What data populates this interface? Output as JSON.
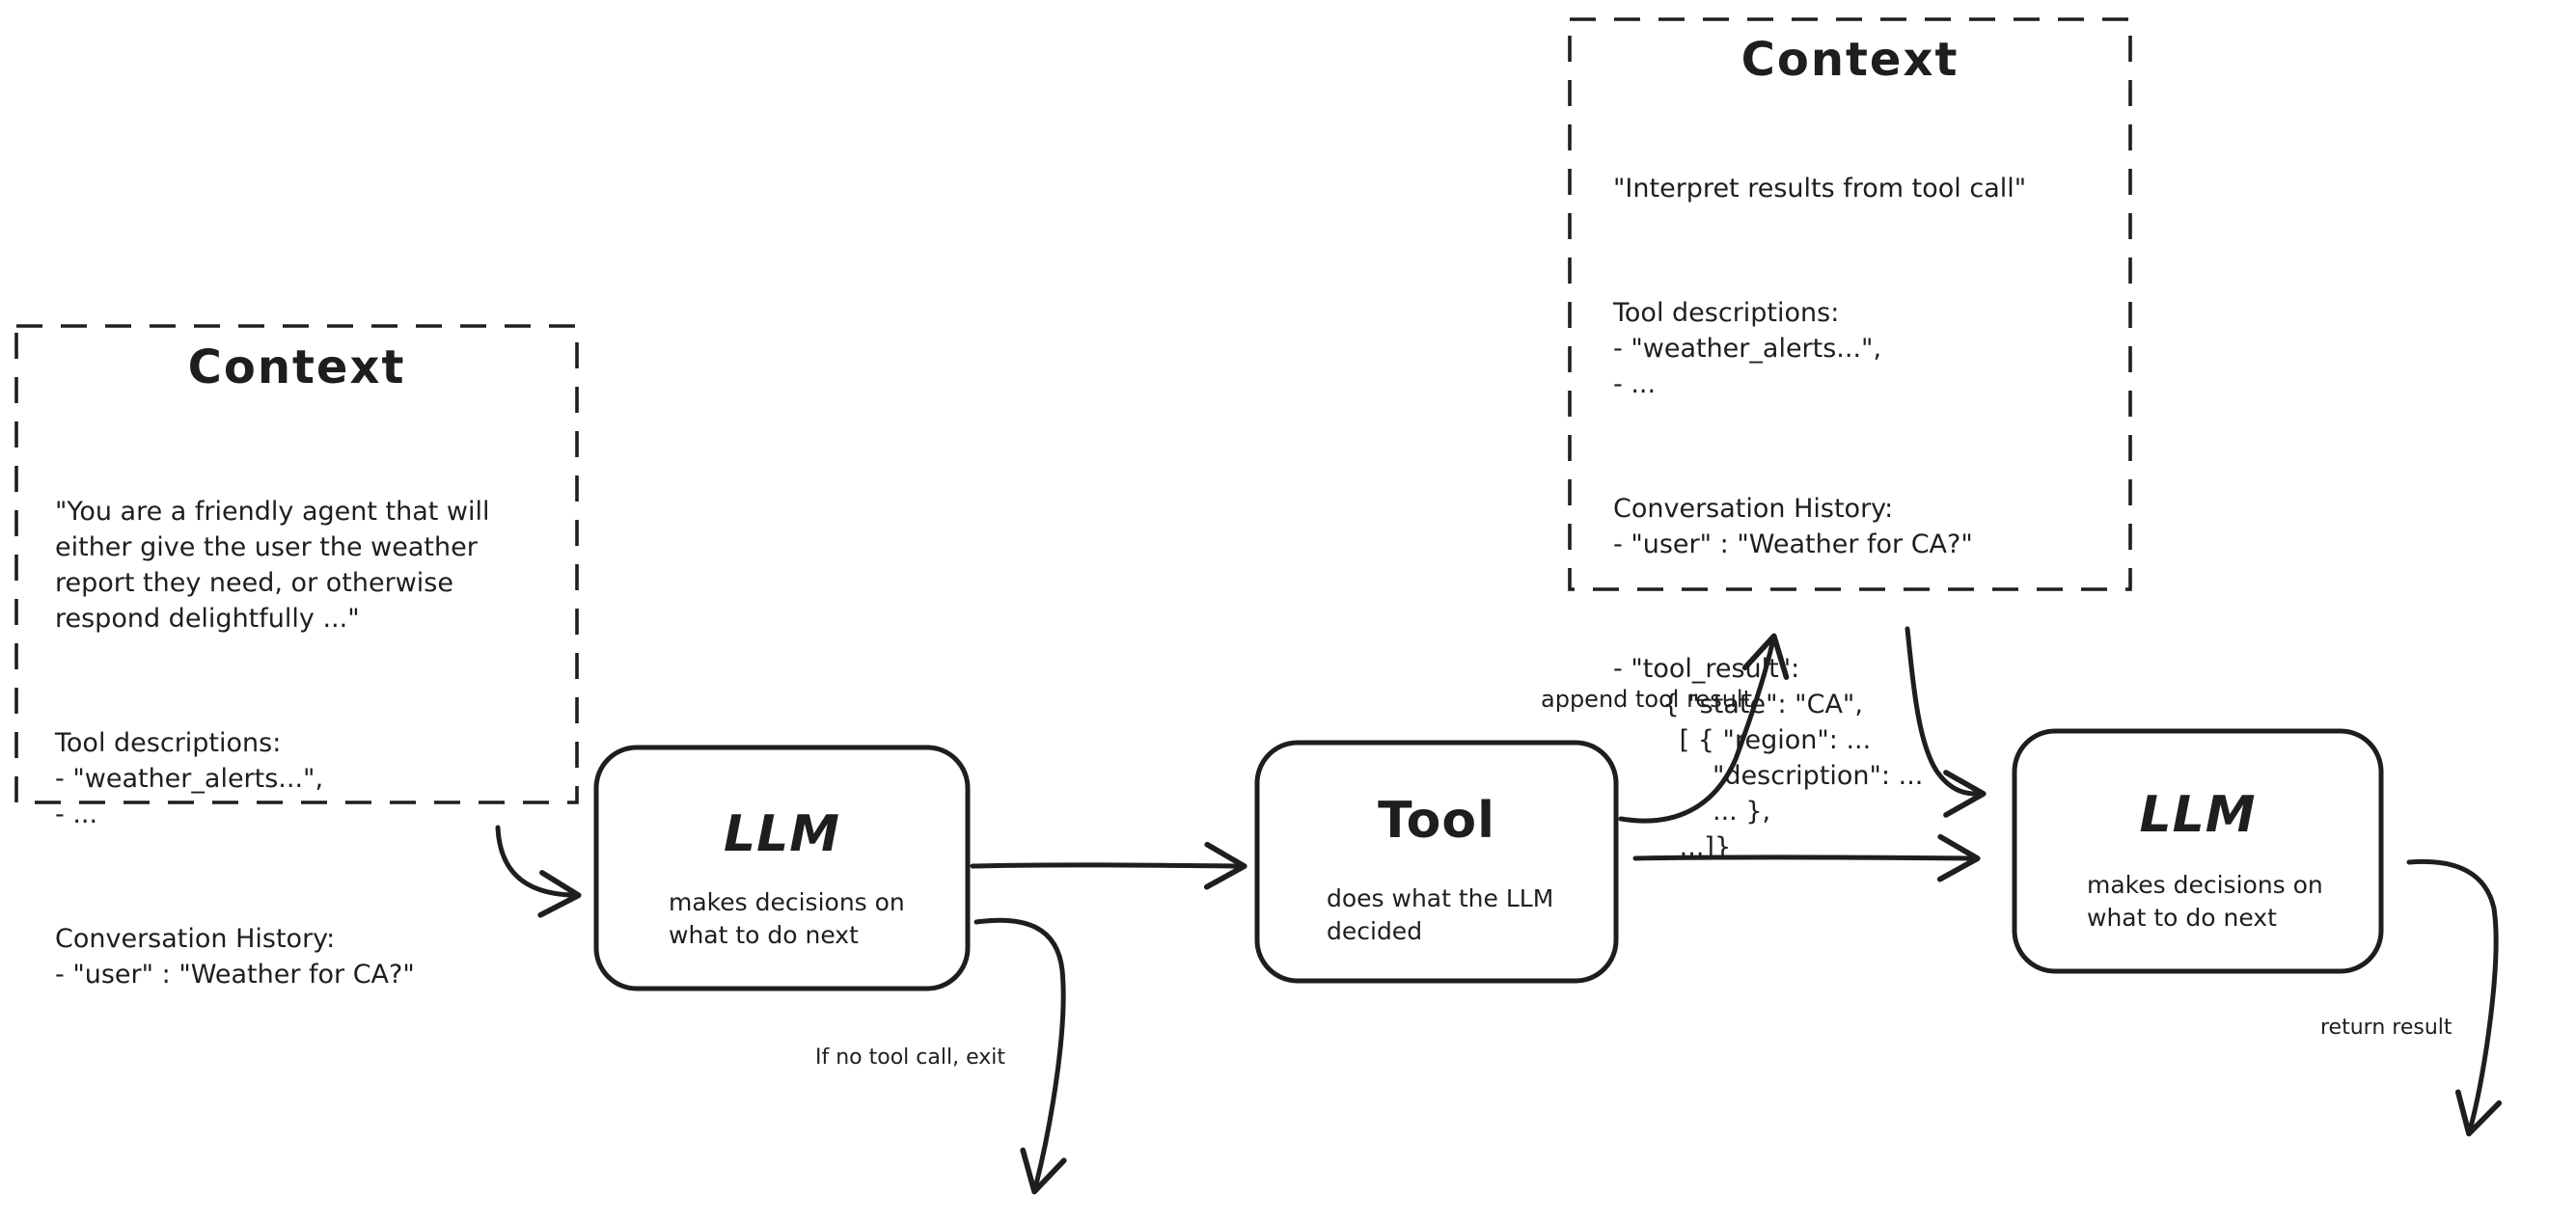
{
  "colors": {
    "stroke": "#1e1e1e",
    "background": "#ffffff"
  },
  "context_left": {
    "title": "Context",
    "paragraphs": [
      "\"You are a friendly agent that will\neither give the user the weather\nreport they need, or otherwise\nrespond delightfully ...\"",
      "Tool descriptions:\n- \"weather_alerts...\",\n- ...",
      "Conversation History:\n- \"user\" : \"Weather for CA?\""
    ]
  },
  "context_right": {
    "title": "Context",
    "paragraphs": [
      "\"Interpret results from tool call\"",
      "Tool descriptions:\n- \"weather_alerts...\",\n- ...",
      "Conversation History:\n- \"user\" : \"Weather for CA?\"",
      "- \"tool_result\":\n      { \"state\": \"CA\",\n        [ { \"region\": ...\n            \"description\": ...\n            ... },\n        ...]}"
    ]
  },
  "llm1": {
    "title": "LLM",
    "subtitle": "makes decisions on\nwhat to do next"
  },
  "tool": {
    "title": "Tool",
    "subtitle": "does what the LLM\ndecided"
  },
  "llm2": {
    "title": "LLM",
    "subtitle": "makes decisions on\nwhat to do next"
  },
  "edge_labels": {
    "append_tool_result": "append tool result",
    "if_no_tool_call_exit": "If no tool call, exit",
    "return_result": "return result"
  }
}
